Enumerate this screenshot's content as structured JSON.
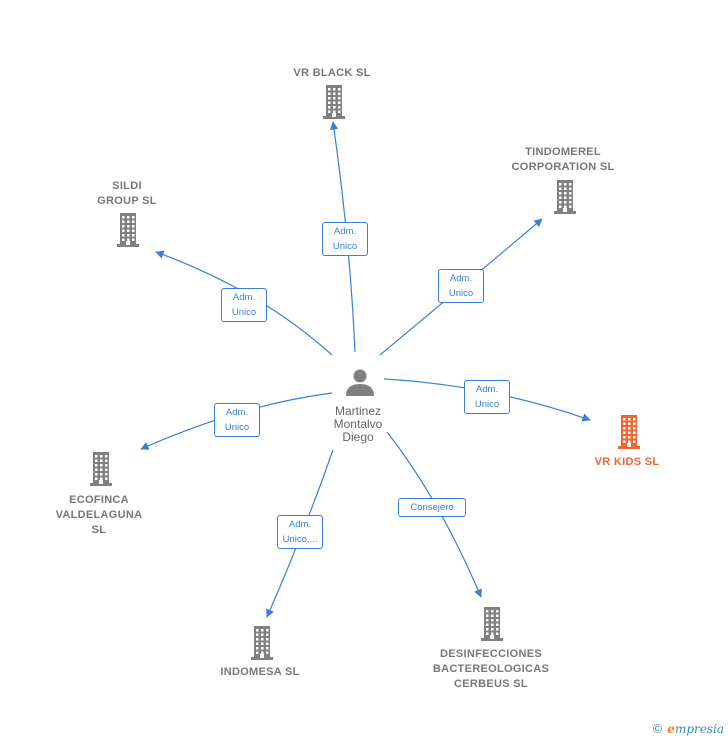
{
  "center": {
    "name": "Martinez\nMontalvo\nDiego",
    "icon": "person-icon"
  },
  "companies": [
    {
      "id": "vr-black",
      "name": "VR BLACK  SL",
      "icon": "building-icon",
      "color": "#808080"
    },
    {
      "id": "tindomerel",
      "name": "TINDOMEREL\nCORPORATION SL",
      "icon": "building-icon",
      "color": "#808080"
    },
    {
      "id": "sildi",
      "name": "SILDI\nGROUP  SL",
      "icon": "building-icon",
      "color": "#808080"
    },
    {
      "id": "vr-kids",
      "name": "VR KIDS  SL",
      "icon": "building-icon",
      "color": "#ee6633",
      "highlight": true
    },
    {
      "id": "ecofinca",
      "name": "ECOFINCA\nVALDELAGUNA\nSL",
      "icon": "building-icon",
      "color": "#808080"
    },
    {
      "id": "indomesa",
      "name": "INDOMESA  SL",
      "icon": "building-icon",
      "color": "#808080"
    },
    {
      "id": "desinfecciones",
      "name": "DESINFECCIONES\nBACTEREOLOGICAS\nCERBEUS  SL",
      "icon": "building-icon",
      "color": "#808080"
    }
  ],
  "edges": [
    {
      "to": "vr-black",
      "label": "Adm.\nUnico"
    },
    {
      "to": "tindomerel",
      "label": "Adm.\nUnico"
    },
    {
      "to": "sildi",
      "label": "Adm.\nUnico"
    },
    {
      "to": "vr-kids",
      "label": "Adm.\nUnico"
    },
    {
      "to": "ecofinca",
      "label": "Adm.\nUnico"
    },
    {
      "to": "indomesa",
      "label": "Adm.\nUnico,..."
    },
    {
      "to": "desinfecciones",
      "label": "Consejero"
    }
  ],
  "colors": {
    "edge": "#3a7fd5",
    "node": "#808080",
    "highlight": "#ee6633",
    "person": "#808080"
  },
  "footer": {
    "copyright": "©",
    "brand_initial": "e",
    "brand_rest": "mpresia"
  }
}
